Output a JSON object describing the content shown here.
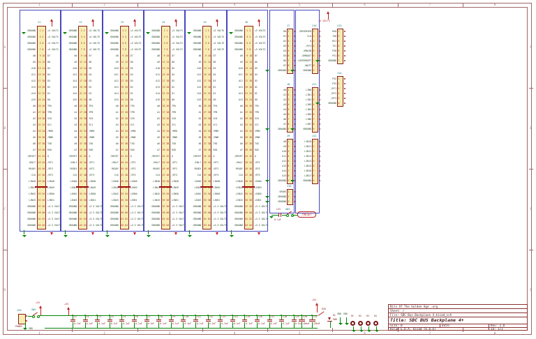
{
  "sheet": {
    "frame_columns": [
      "1",
      "2",
      "3",
      "4",
      "5",
      "6",
      "7",
      "8"
    ],
    "frame_rows": [
      "A",
      "B",
      "C",
      "D"
    ]
  },
  "title_block": {
    "org": "Bits Of The Golden Age .org",
    "sheet": "Sheet: /",
    "file": "File: SBC Bus Backplane 4.kicad_sch",
    "title": "Title: SBC BUS Backplane 4+",
    "size": "Size: B",
    "date": "Date:",
    "rev": "Rev: 2.0",
    "tool": "KiCad E.D.A.  kicad (6.0.6)",
    "id": "Id: 1/1"
  },
  "colors": {
    "wire_green": "#008400",
    "symbol_outline": "#8a1c1c",
    "symbol_fill": "#f7edb2",
    "blue_box": "#4747bb",
    "label_text": "#2f4f2f",
    "pin_number": "#9c1b1b",
    "power_red": "#bb2222",
    "frame": "#a06666",
    "hole": "#7a1414"
  },
  "bus_connectors": {
    "refs": [
      "J1",
      "J2",
      "J3",
      "J4",
      "J5",
      "J6"
    ],
    "rows": [
      [
        "GROUND",
        "+5 VOLTS"
      ],
      [
        "GROUND",
        "+5 VOLTS"
      ],
      [
        "GROUND",
        "+5 VOLTS"
      ],
      [
        "GROUND",
        "+5 VOLTS"
      ],
      [
        "A8",
        "D7"
      ],
      [
        "A9",
        "D6"
      ],
      [
        "A10",
        "D5"
      ],
      [
        "A11",
        "D4"
      ],
      [
        "A12",
        "D3"
      ],
      [
        "A13",
        "D2"
      ],
      [
        "A14",
        "D1"
      ],
      [
        "A15",
        "D0"
      ],
      [
        "A0",
        "TPA"
      ],
      [
        "A1",
        "TPB"
      ],
      [
        "A2",
        "SC0"
      ],
      [
        "A3",
        "SC1"
      ],
      [
        "A4",
        "/MRD"
      ],
      [
        "A5",
        "/MWR"
      ],
      [
        "A6",
        "TXD"
      ],
      [
        "A7",
        "RXD"
      ],
      [
        "/RESET",
        "Q"
      ],
      [
        "/HALT",
        "/EF1"
      ],
      [
        "READY",
        "/EF2"
      ],
      [
        "CLK",
        "/EF3"
      ],
      [
        "LIN40",
        "LIN48"
      ],
      [
        "LIN41",
        "LIN49"
      ],
      [
        "LIN42",
        "LIN50"
      ],
      [
        "LIN43",
        "LIN51"
      ],
      [
        "GROUND",
        "+3.3 VOLTS"
      ],
      [
        "GROUND",
        "+3.3 VOLTS"
      ],
      [
        "GROUND",
        "+3.3 VOLTS"
      ],
      [
        "GROUND",
        "+3.3 VOLTS"
      ]
    ]
  },
  "right_connectors": [
    {
      "ref": "J7",
      "labels": [
        "D0",
        "D1",
        "D2",
        "D3",
        "D4",
        "D5",
        "D6",
        "D7",
        "GROUND"
      ]
    },
    {
      "ref": "J8",
      "labels": [
        "A0",
        "A1",
        "A2",
        "A3",
        "A4",
        "A5",
        "A6",
        "A7",
        "GROUND"
      ]
    },
    {
      "ref": "J9",
      "labels": [
        "A8",
        "A9",
        "A10",
        "A11",
        "A12",
        "A13",
        "A14",
        "A15",
        "GROUND"
      ]
    },
    {
      "ref": "J10",
      "labels": [
        "/RESERVED",
        "CLK",
        "Q",
        "/EF4",
        "/DMAIN",
        "/DMAOUT",
        "/INTERRUPT",
        "/WAIT",
        "GROUND"
      ]
    },
    {
      "ref": "J11",
      "labels": [
        "LIN0",
        "LIN1",
        "LIN2",
        "LIN3",
        "LIN4",
        "LIN5",
        "LIN6",
        "LIN7",
        "GROUND"
      ]
    },
    {
      "ref": "J12",
      "labels": [
        "LIN10",
        "LIN11",
        "LIN12",
        "LIN13",
        "LIN14",
        "LIN15",
        "LIN16",
        "LIN17",
        "GROUND"
      ]
    },
    {
      "ref": "J13",
      "labels": [
        "RX0",
        "TX0",
        "RX1",
        "TX1",
        "P30",
        "P31",
        "GROUND"
      ]
    },
    {
      "ref": "J14",
      "labels": [
        "P32",
        "P33",
        "/EF1",
        "/EF2",
        "/EF3",
        "GROUND"
      ]
    },
    {
      "ref": "J15",
      "labels": [
        "SPARE",
        "GROUND",
        "GROUND"
      ]
    }
  ],
  "top_power_flag": "+5 VOLTS",
  "decoupling_caps": {
    "refs": [
      "C1",
      "C2",
      "C3",
      "C4",
      "C5",
      "C6",
      "C7",
      "C8",
      "C9",
      "C10",
      "C11",
      "C12",
      "C13",
      "C14",
      "C15",
      "C16",
      "C17",
      "C18",
      "C19"
    ],
    "value": "0.1uF"
  },
  "bulk_caps": [
    {
      "ref": "C20",
      "value": "100uF"
    },
    {
      "ref": "C21",
      "value": "330uF"
    }
  ],
  "power_entry": {
    "jack_ref": "J20",
    "jack_value": "POWER",
    "switch_ref": "SW2",
    "flag1": "+5V",
    "flag2": "+5V",
    "gnd": "GND",
    "cap_ref": "C22",
    "cap_value": "10uF"
  },
  "power_led": {
    "res_ref": "R20",
    "led_ref": "D1",
    "led_value": "PWR",
    "flag": "+5V",
    "gnd_flags": [
      "GND",
      "GND"
    ]
  },
  "mounting_holes": [
    "H1",
    "H2",
    "H3",
    "H4"
  ],
  "reset_circuit": {
    "cap_ref": "C23",
    "cap_value": "0.1uF",
    "switch_ref": "SW1",
    "label": "/RESET"
  }
}
